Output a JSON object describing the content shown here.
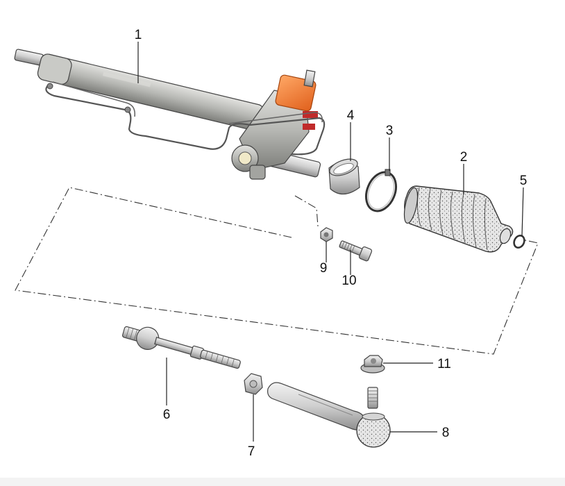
{
  "callouts": {
    "p1": "1",
    "p2": "2",
    "p3": "3",
    "p4": "4",
    "p5": "5",
    "p6": "6",
    "p7": "7",
    "p8": "8",
    "p9": "9",
    "p10": "10",
    "p11": "11"
  },
  "colors": {
    "housing_metal": "#b9bab6",
    "housing_dark": "#8e8f8b",
    "valve_cap": "#f07a2c",
    "boot": "#d8d8d8",
    "bright_metal": "#cfcfcf",
    "lines": "#222222"
  }
}
